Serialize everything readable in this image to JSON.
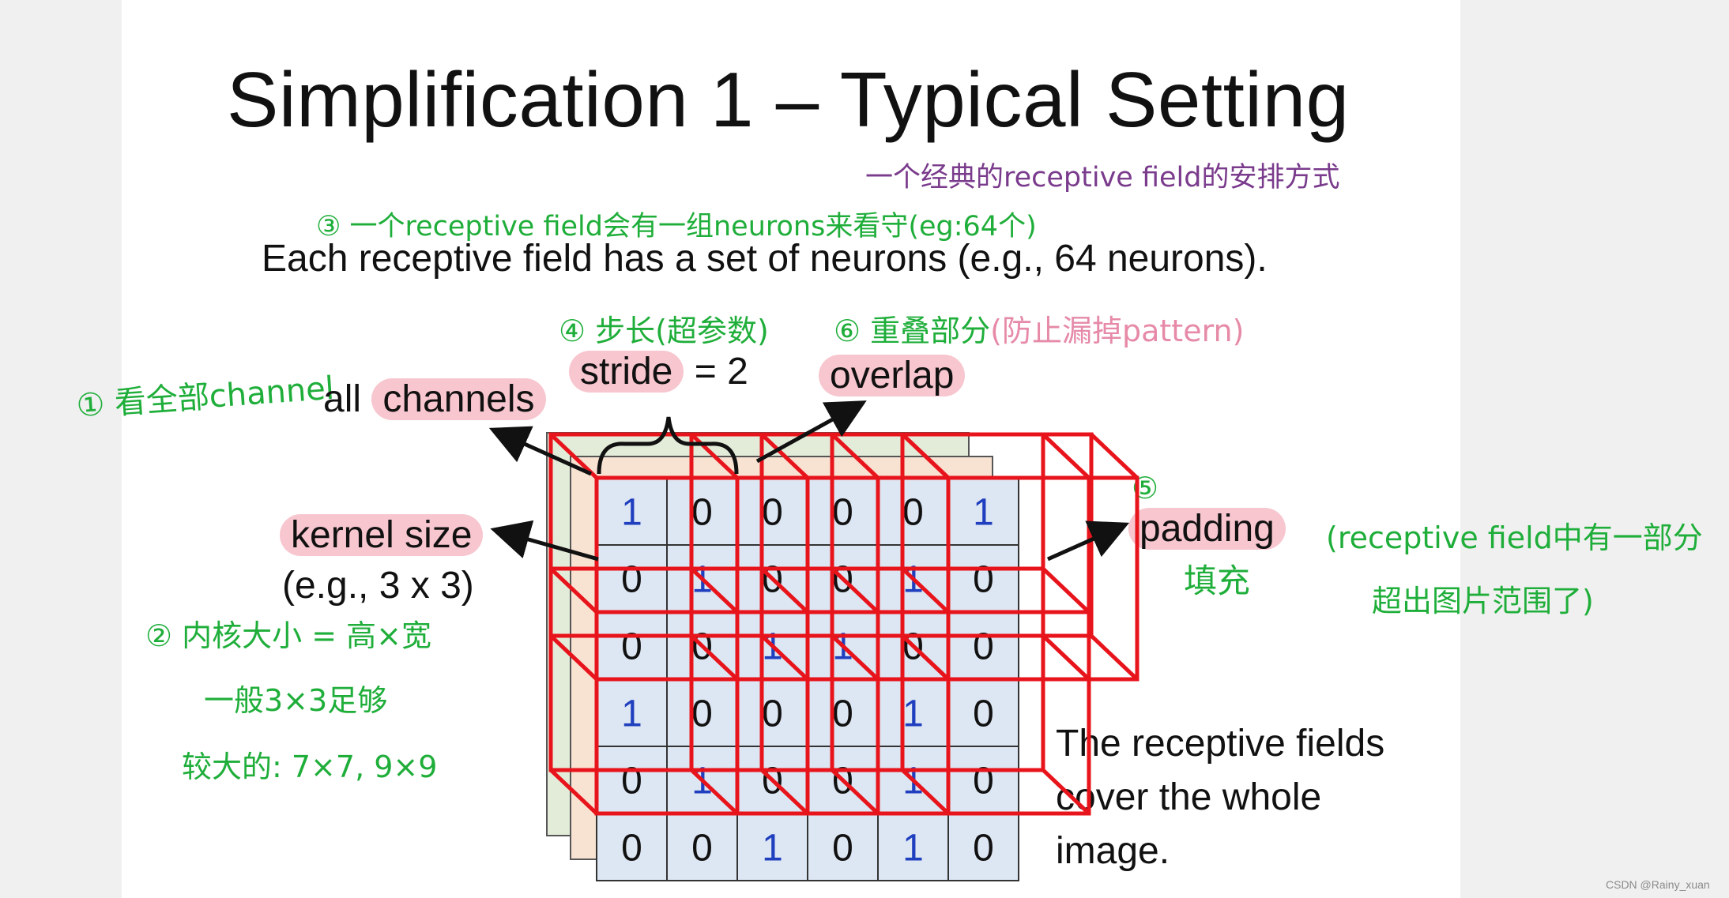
{
  "slide": {
    "title": "Simplification 1 – Typical Setting",
    "subtitle": "Each receptive field has a set of neurons (e.g., 64 neurons).",
    "watermark": "CSDN @Rainy_xuan"
  },
  "labels": {
    "stride_word": "stride",
    "stride_value": " = 2",
    "overlap": "overlap",
    "all_prefix": "all ",
    "channels": "channels",
    "kernel_size": "kernel size",
    "kernel_example": "(e.g., 3 x 3)",
    "padding": "padding",
    "cover_line1": "The receptive fields",
    "cover_line2": "cover the whole",
    "cover_line3": "image."
  },
  "annotations": {
    "purple_note": "一个经典的receptive field的安排方式",
    "green_note_3": "③ 一个receptive field会有一组neurons来看守(eg:64个)",
    "green_note_4": "④ 步长(超参数)",
    "pink_note_6_prefix": "⑥ 重叠部分",
    "pink_note_6": "(防止漏掉pattern)",
    "green_note_1": "① 看全部channel",
    "green_note_2_line1": "② 内核大小 = 高×宽",
    "green_note_2_line2": "一般3×3足够",
    "green_note_2_line3": "较大的: 7×7, 9×9",
    "green_note_5_num": "⑤",
    "green_note_5": "填充",
    "green_note_padding_line1": "(receptive field中有一部分",
    "green_note_padding_line2": "超出图片范围了)"
  },
  "grid": {
    "rows": [
      [
        "1",
        "0",
        "0",
        "0",
        "0",
        "1"
      ],
      [
        "0",
        "1",
        "0",
        "0",
        "1",
        "0"
      ],
      [
        "0",
        "0",
        "1",
        "1",
        "0",
        "0"
      ],
      [
        "1",
        "0",
        "0",
        "0",
        "1",
        "0"
      ],
      [
        "0",
        "1",
        "0",
        "0",
        "1",
        "0"
      ],
      [
        "0",
        "0",
        "1",
        "0",
        "1",
        "0"
      ]
    ]
  },
  "colors": {
    "grid_fill": "#dde7f3",
    "back_layer_1": "#e3ecd9",
    "back_layer_2": "#f8e2d2",
    "one_color": "#1f3fbf",
    "zero_color": "#111111",
    "red_box": "#e8141c",
    "highlight": "#f7c6cf"
  }
}
